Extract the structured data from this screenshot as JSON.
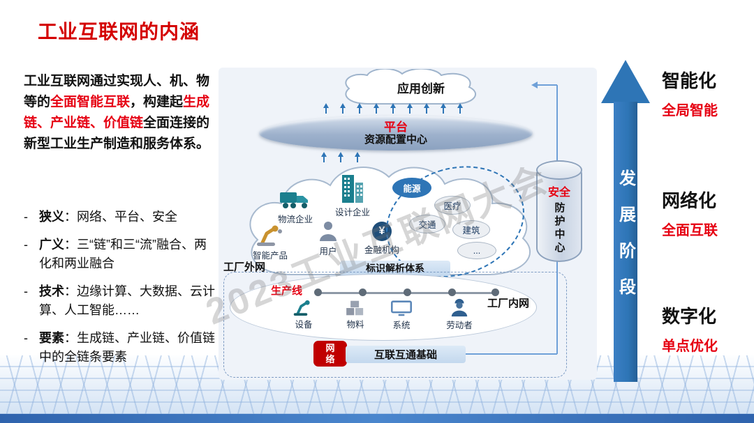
{
  "title": "工业互联网的内涵",
  "intro": {
    "seg1": "工业互联网通过实现人、机、物等的",
    "seg2": "全面智能互联",
    "seg3": "，构建起",
    "seg4": "生成链、产业链、价值链",
    "seg5": "全面连接的新型工业生产制造和服务体系。"
  },
  "bullet_marker": "-",
  "bullets": [
    {
      "label": "狭义",
      "text": "：网络、平台、安全"
    },
    {
      "label": "广义",
      "text": "：三“链”和三“流”融合、两化和两业融合"
    },
    {
      "label": "技术",
      "text": "：边缘计算、大数据、云计算、人工智能……"
    },
    {
      "label": "要素",
      "text": "：生成链、产业链、价值链中的全链条要素"
    }
  ],
  "diagram": {
    "app_innovation": "应用创新",
    "platform_label": "平台",
    "platform_sub": "资源配置中心",
    "enterprises": [
      {
        "name": "物流企业",
        "icon": "truck-icon"
      },
      {
        "name": "设计企业",
        "icon": "building-icon"
      },
      {
        "name": "智能产品",
        "icon": "robot-arm-icon"
      },
      {
        "name": "用户",
        "icon": "user-icon"
      },
      {
        "name": "金融机构",
        "icon": "finance-icon"
      }
    ],
    "finance_symbol": "¥",
    "industries": [
      "能源",
      "医疗",
      "交通",
      "建筑",
      "..."
    ],
    "factory_outer": "工厂外网",
    "id_system": "标识解析体系",
    "production_line": "生产线",
    "line_items": [
      {
        "name": "设备",
        "icon": "machine-icon"
      },
      {
        "name": "物料",
        "icon": "material-icon"
      },
      {
        "name": "系统",
        "icon": "system-icon"
      },
      {
        "name": "劳动者",
        "icon": "worker-icon"
      }
    ],
    "factory_inner": "工厂内网",
    "network_badge": "网络",
    "foundation": "互联互通基础",
    "security_label": "安全",
    "security_sub": "防护中心"
  },
  "right_panel": {
    "arrow_text": "发展阶段",
    "stages": [
      {
        "name": "智能化",
        "sub": "全局智能"
      },
      {
        "name": "网络化",
        "sub": "全面互联"
      },
      {
        "name": "数字化",
        "sub": "单点优化"
      }
    ]
  },
  "watermark": "2023工业互联网大会",
  "colors": {
    "accent_red": "#e60012",
    "deep_blue": "#2e75b6",
    "teal": "#1b7f8e",
    "bottom_bar_blue": "#2f63ad"
  }
}
